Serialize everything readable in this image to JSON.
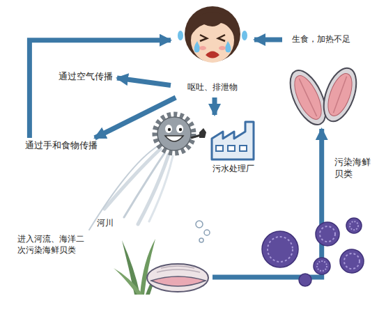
{
  "diagram": {
    "nodes": [
      {
        "text": [
          "呕吐、排泄物"
        ]
      },
      {
        "text": [
          "通过空气传播"
        ]
      },
      {
        "text": [
          "通过手和食物传播"
        ]
      },
      {
        "text": [
          "污水处理厂"
        ]
      },
      {
        "text": [
          "河川"
        ]
      },
      {
        "text": [
          "污染海鲜贝类"
        ]
      },
      {
        "text": [
          "生食，加热不足"
        ]
      }
    ],
    "edges": [
      {
        "from": 0,
        "to": 1,
        "arrow": "to"
      },
      {
        "from": 0,
        "to": 2,
        "arrow": "to"
      },
      {
        "from": 0,
        "to": 3,
        "arrow": "to"
      },
      {
        "from": 2,
        "to": 0,
        "arrow": "to"
      },
      {
        "from": 4,
        "to": 5,
        "arrow": "to"
      },
      {
        "from": 6,
        "to": 0,
        "arrow": "to"
      }
    ],
    "labels": [
      "进入河流、海洋二次污染海鲜贝类"
    ]
  }
}
